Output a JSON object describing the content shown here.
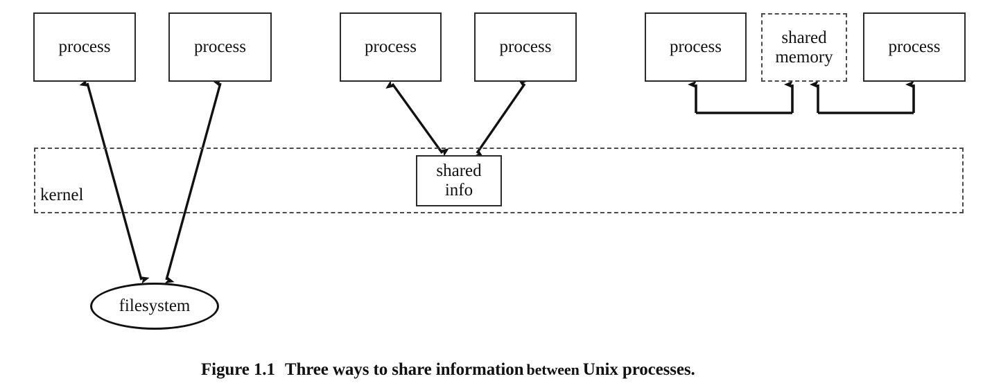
{
  "figure": {
    "caption_lead": "Figure 1.1",
    "caption_main": "Three ways to share information",
    "caption_small": "between",
    "caption_tail": "Unix processes.",
    "background_color": "#ffffff",
    "stroke_color": "#111111",
    "dashed_stroke_color": "#4a4a4a"
  },
  "kernel": {
    "label": "kernel",
    "style": "dashed"
  },
  "groups": [
    {
      "name": "filesystem-group",
      "shared_label": "filesystem",
      "shared_shape": "ellipse",
      "processes": [
        {
          "label": "process"
        },
        {
          "label": "process"
        }
      ]
    },
    {
      "name": "shared-info-group",
      "shared_label_line1": "shared",
      "shared_label_line2": "info",
      "shared_shape": "rectangle",
      "processes": [
        {
          "label": "process"
        },
        {
          "label": "process"
        }
      ]
    },
    {
      "name": "shared-memory-group",
      "shared_label_line1": "shared",
      "shared_label_line2": "memory",
      "shared_shape": "dashed-rectangle",
      "processes": [
        {
          "label": "process"
        },
        {
          "label": "process"
        }
      ]
    }
  ]
}
